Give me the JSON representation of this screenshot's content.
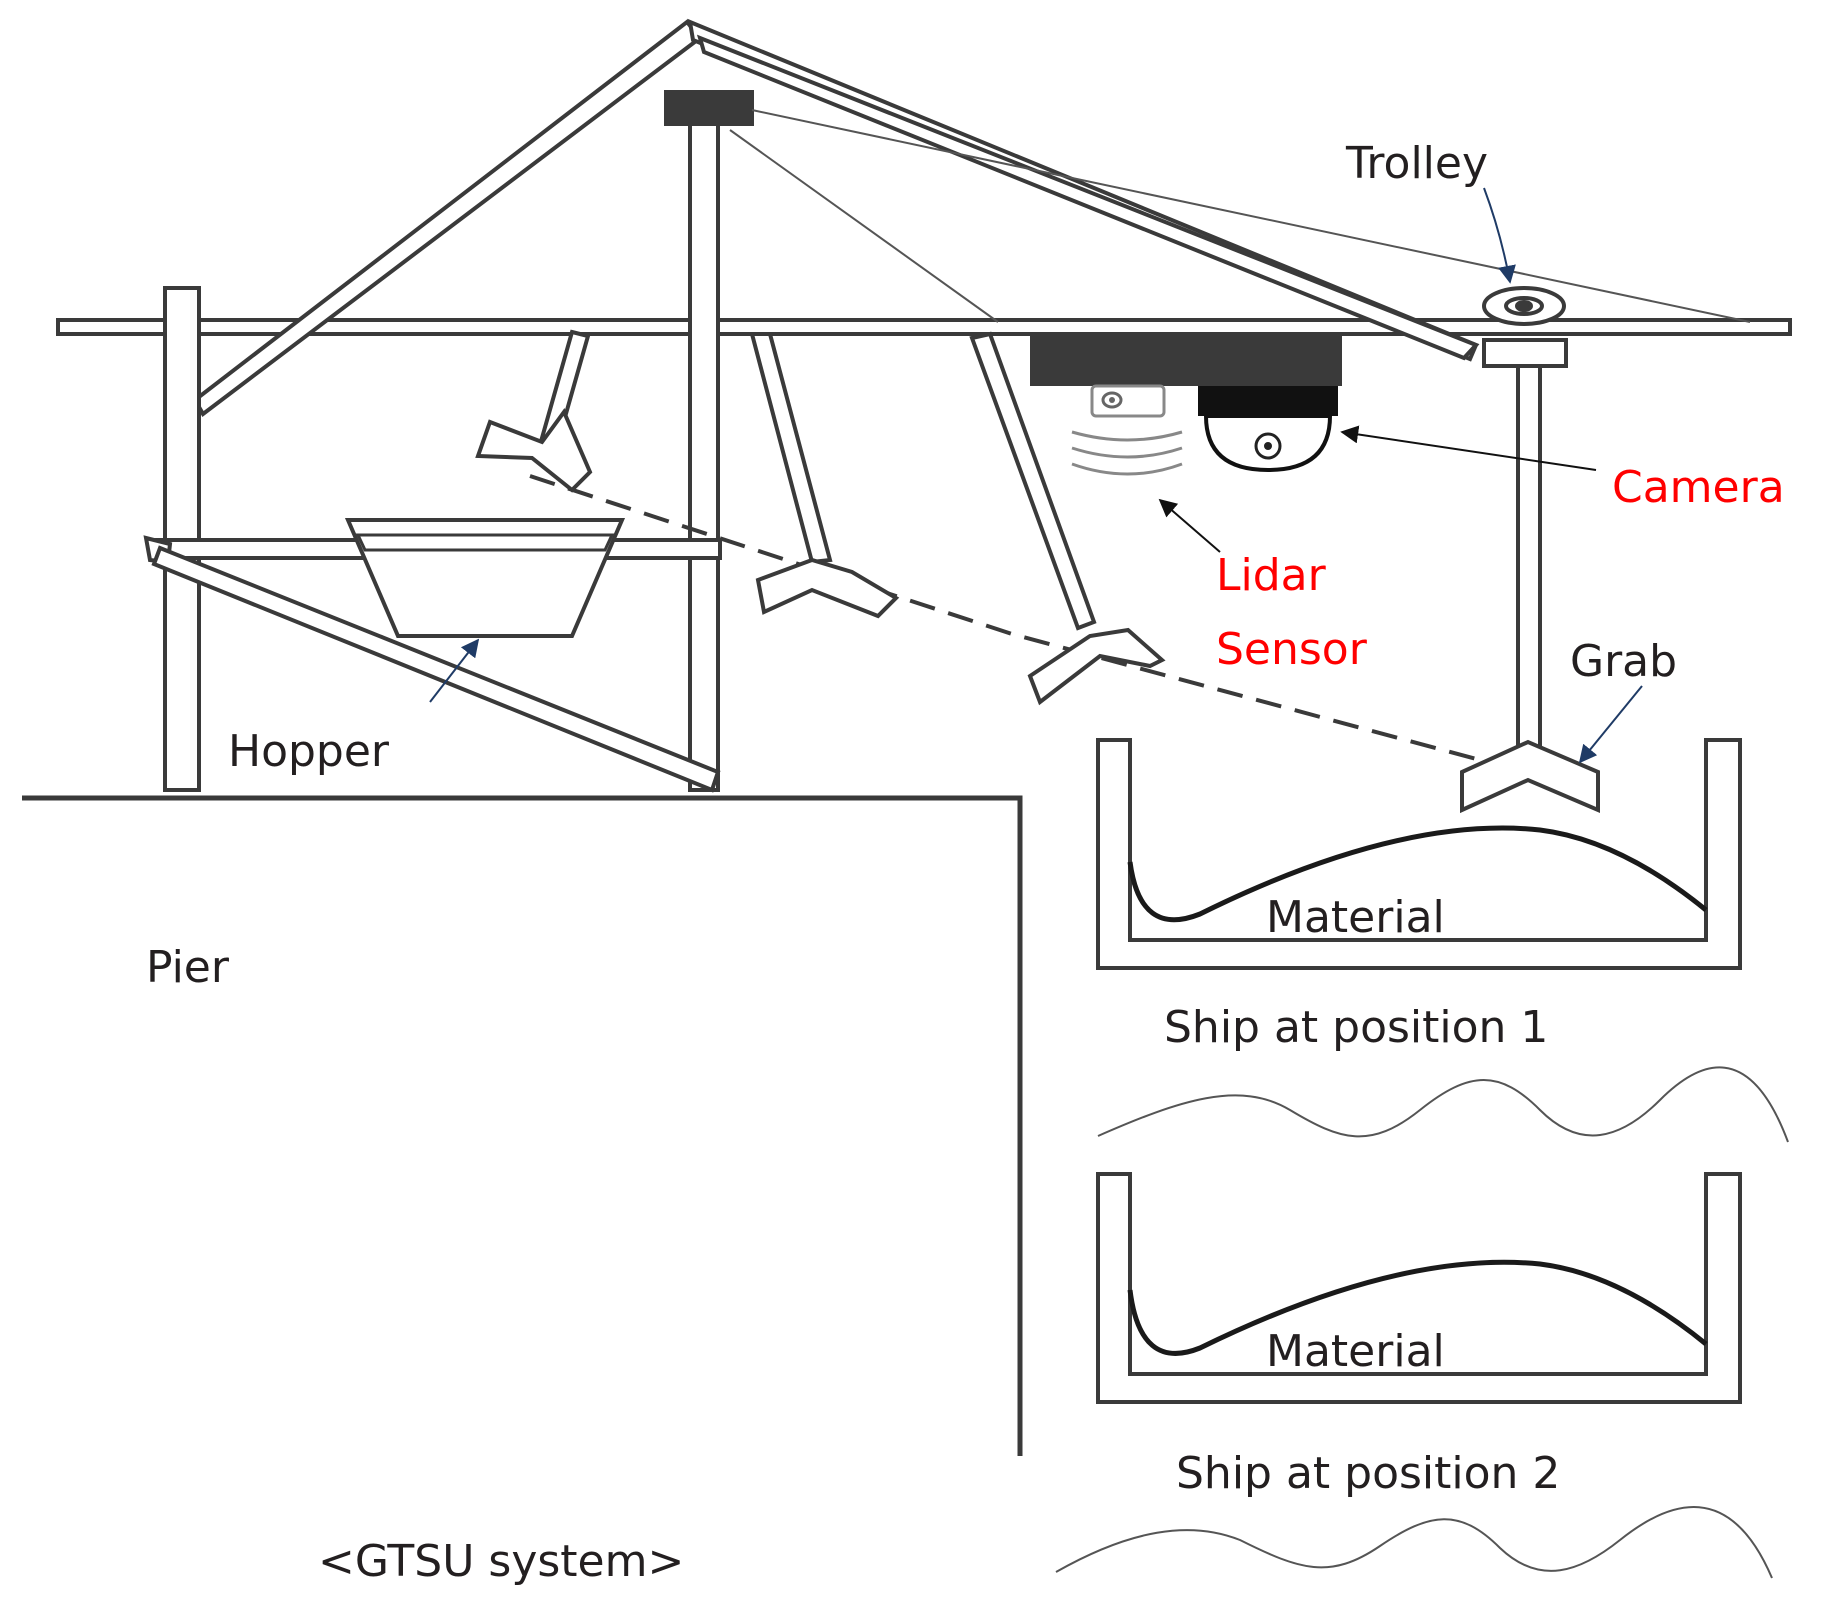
{
  "labels": {
    "trolley": "Trolley",
    "camera": "Camera",
    "lidar_line1": "Lidar",
    "lidar_line2": "Sensor",
    "grab": "Grab",
    "hopper": "Hopper",
    "pier": "Pier",
    "material_1": "Material",
    "material_2": "Material",
    "ship_position_1": "Ship at position 1",
    "ship_position_2": "Ship at position 2",
    "system_caption": "<GTSU system>"
  },
  "colors": {
    "line": "#3a3a3a",
    "text": "#231f20",
    "highlight_text": "#ff0000",
    "arrow": "#1f3b66",
    "equipment_fill": "#3a3a3a"
  }
}
